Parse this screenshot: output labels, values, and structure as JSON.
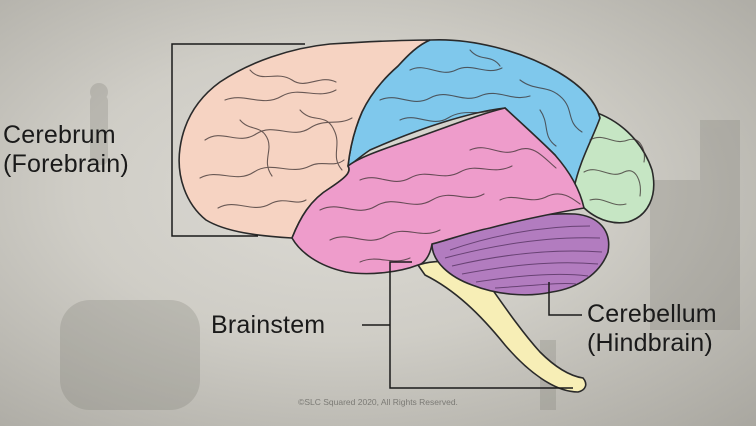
{
  "labels": {
    "cerebrum": {
      "line1": "Cerebrum",
      "line2": "(Forebrain)"
    },
    "brainstem": {
      "line1": "Brainstem"
    },
    "cerebellum": {
      "line1": "Cerebellum",
      "line2": "(Hindbrain)"
    }
  },
  "copyright": "©SLC Squared 2020, All Rights Reserved.",
  "colors": {
    "frontal_region": "#f6d3c2",
    "parietal_region": "#7fc8ec",
    "temporal_region": "#ee9ccb",
    "occipital_region": "#c6e6c4",
    "cerebellum": "#b27cbf",
    "brainstem": "#f7eeb6",
    "outline": "#2a2a2a"
  }
}
